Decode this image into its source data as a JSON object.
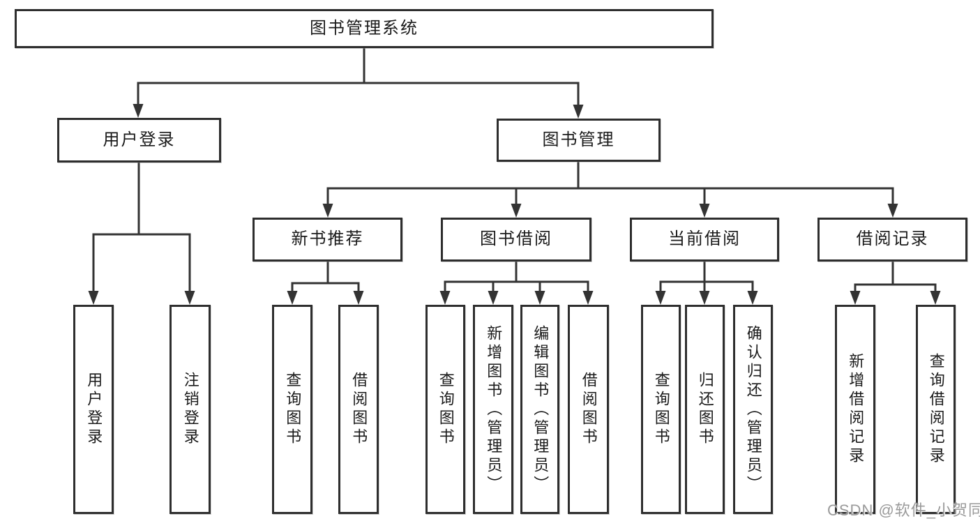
{
  "diagram": {
    "tree": {
      "label": "图书管理系统",
      "children": [
        {
          "label": "用户登录",
          "children": [
            {
              "label": "用户登录"
            },
            {
              "label": "注销登录"
            }
          ]
        },
        {
          "label": "图书管理",
          "children": [
            {
              "label": "新书推荐",
              "children": [
                {
                  "label": "查询图书"
                },
                {
                  "label": "借阅图书"
                }
              ]
            },
            {
              "label": "图书借阅",
              "children": [
                {
                  "label": "查询图书"
                },
                {
                  "label": "新增图书（管理员）"
                },
                {
                  "label": "编辑图书（管理员）"
                },
                {
                  "label": "借阅图书"
                }
              ]
            },
            {
              "label": "当前借阅",
              "children": [
                {
                  "label": "查询图书"
                },
                {
                  "label": "归还图书"
                },
                {
                  "label": "确认归还（管理员）"
                }
              ]
            },
            {
              "label": "借阅记录",
              "children": [
                {
                  "label": "新增借阅记录"
                },
                {
                  "label": "查询借阅记录"
                }
              ]
            }
          ]
        }
      ]
    },
    "watermark": "CSDN @软件_小贺同学",
    "colors": {
      "line": "#333333",
      "box_border": "#2e2e2e",
      "text": "#1a1a1a",
      "watermark": "#9a9a9a",
      "background": "#ffffff"
    }
  }
}
